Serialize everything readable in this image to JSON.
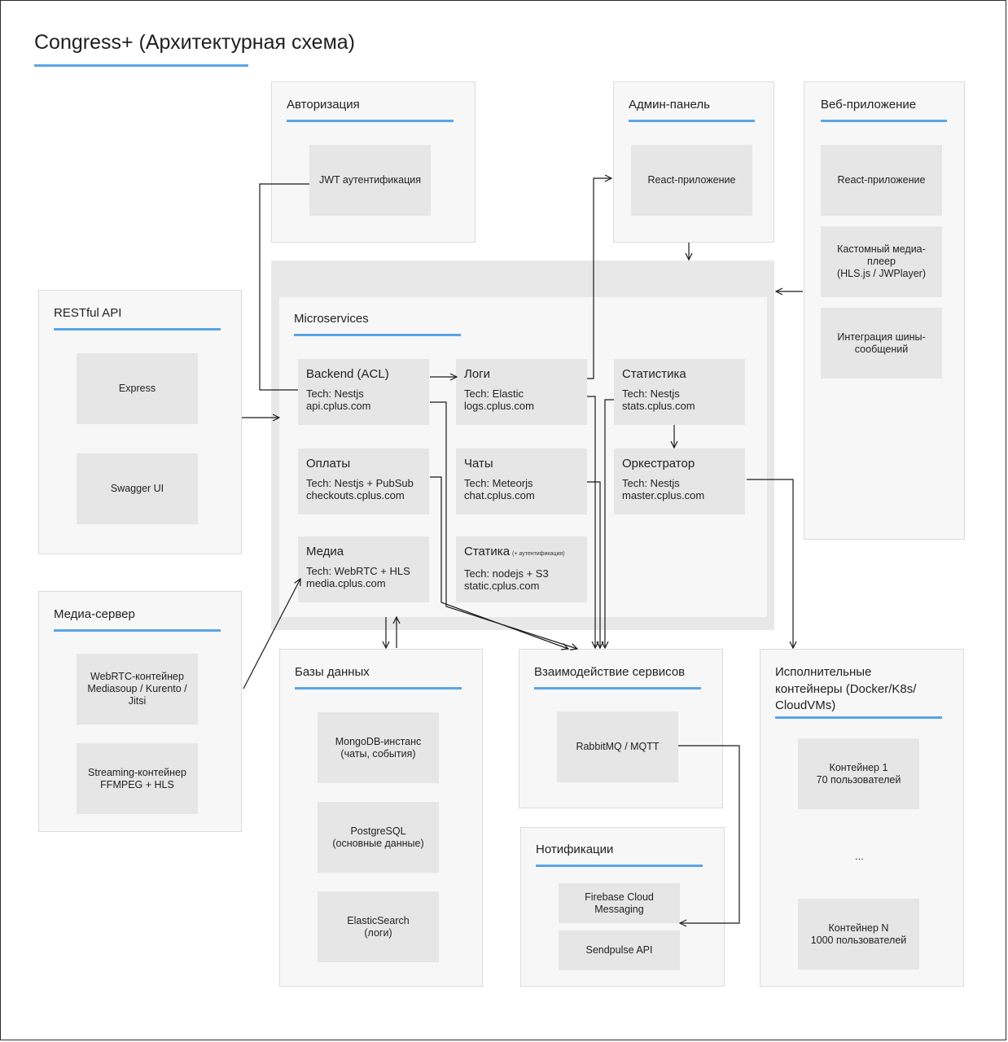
{
  "title": "Congress+ (Архитектурная схема)",
  "auth": {
    "title": "Авторизация",
    "items": [
      "JWT аутентификация"
    ]
  },
  "admin": {
    "title": "Админ-панель",
    "items": [
      "React-приложение"
    ]
  },
  "web": {
    "title": "Веб-приложение",
    "items": [
      "React-приложение",
      "Кастомный медиа-\nплеер\n(HLS.js / JWPlayer)",
      "Интеграция шины-\nсообщений"
    ]
  },
  "rest": {
    "title": "RESTful API",
    "items": [
      "Express",
      "Swagger UI"
    ]
  },
  "media_server": {
    "title": "Медиа-сервер",
    "items": [
      "WebRTC-контейнер\nMediasoup / Kurento /\nJitsi",
      "Streaming-контейнер\nFFMPEG + HLS"
    ]
  },
  "microservices": {
    "title": "Microservices",
    "services": [
      {
        "name": "Backend (ACL)",
        "note": "",
        "tech": "Tech: Nestjs",
        "host": "api.cplus.com"
      },
      {
        "name": "Логи",
        "note": "",
        "tech": "Tech: Elastic",
        "host": "logs.cplus.com"
      },
      {
        "name": "Статистика",
        "note": "",
        "tech": "Tech: Nestjs",
        "host": "stats.cplus.com"
      },
      {
        "name": "Оплаты",
        "note": "",
        "tech": "Tech: Nestjs + PubSub",
        "host": "checkouts.cplus.com"
      },
      {
        "name": "Чаты",
        "note": "",
        "tech": "Tech: Meteorjs",
        "host": "chat.cplus.com"
      },
      {
        "name": "Оркестратор",
        "note": "",
        "tech": "Tech: Nestjs",
        "host": "master.cplus.com"
      },
      {
        "name": "Медиа",
        "note": "",
        "tech": "Tech: WebRTC + HLS",
        "host": "media.cplus.com"
      },
      {
        "name": "Статика",
        "note": "(+ аутентификация)",
        "tech": "Tech: nodejs + S3",
        "host": "static.cplus.com"
      }
    ]
  },
  "databases": {
    "title": "Базы данных",
    "items": [
      "MongoDB-инстанс\n(чаты, события)",
      "PostgreSQL\n(основные данные)",
      "ElasticSearch\n(логи)"
    ]
  },
  "interaction": {
    "title": "Взаимодействие сервисов",
    "items": [
      "RabbitMQ / MQTT"
    ]
  },
  "notifications": {
    "title": "Нотификации",
    "items": [
      "Firebase Cloud\nMessaging",
      "Sendpulse API"
    ]
  },
  "executors": {
    "title": "Исполнительные\nконтейнеры (Docker/K8s/\nCloudVMs)",
    "items": [
      "Контейнер 1\n70 пользователей",
      "Контейнер N\n1000 пользователей"
    ],
    "ellipsis": "..."
  },
  "colors": {
    "accent": "#5aa5e6",
    "panel": "#f7f7f7",
    "box": "#e6e6e6",
    "line": "#1a1a1a"
  }
}
